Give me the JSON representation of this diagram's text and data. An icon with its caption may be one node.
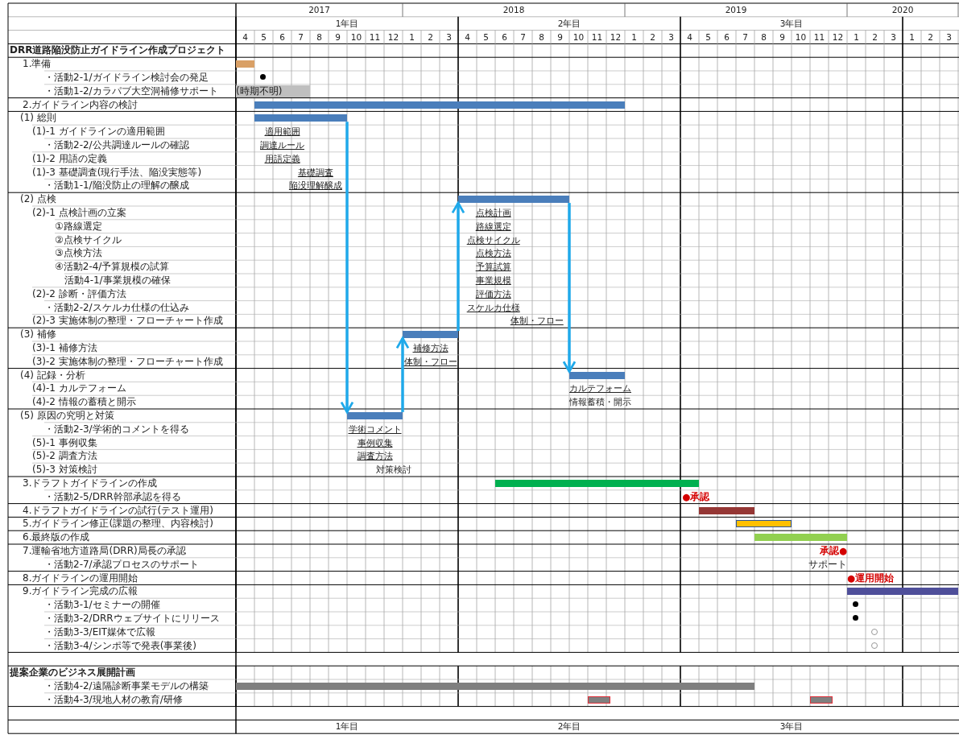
{
  "diagram": {
    "nodes": [
      {
        "text": [
          "(時期不明)"
        ]
      },
      {
        "text": [],
        "shape": "bar"
      },
      {
        "text": [],
        "shape": "bar"
      },
      {
        "text": [],
        "shape": "bar"
      },
      {
        "text": [],
        "shape": "bar"
      },
      {
        "text": [],
        "shape": "bar"
      }
    ],
    "edges": [
      {
        "from": 1,
        "to": 5,
        "arrow": "to"
      },
      {
        "from": 5,
        "to": 3,
        "arrow": "to"
      },
      {
        "from": 3,
        "to": 2,
        "arrow": "to"
      },
      {
        "from": 2,
        "to": 4,
        "arrow": "to"
      }
    ],
    "labels": [
      "2017",
      "2018",
      "2019",
      "2020",
      "1年目",
      "2年目",
      "3年目",
      "4",
      "5",
      "6",
      "7",
      "8",
      "9",
      "10",
      "11",
      "12",
      "1",
      "2",
      "3",
      "4",
      "5",
      "6",
      "7",
      "8",
      "9",
      "10",
      "11",
      "12",
      "1",
      "2",
      "3",
      "4",
      "5",
      "6",
      "7",
      "8",
      "9",
      "10",
      "11",
      "12",
      "1",
      "2",
      "3",
      "1",
      "2",
      "3",
      "DRR道路陥没防止ガイドライン作成プロジェクト",
      "1.準備",
      "・活動2-1/ガイドライン検討会の発足",
      "・活動1-2/カラパブ大空洞補修サポート",
      "2.ガイドライン内容の検討",
      "(1) 総則",
      "(1)-1 ガイドラインの適用範囲",
      "適用範囲",
      "・活動2-2/公共調達ルールの確認",
      "調達ルール",
      "(1)-2 用語の定義",
      "用語定義",
      "(1)-3 基礎調査(現行手法、陥没実態等)",
      "基礎調査",
      "・活動1-1/陥没防止の理解の醸成",
      "陥没理解醸成",
      "(2) 点検",
      "(2)-1 点検計画の立案",
      "点検計画",
      "①路線選定",
      "路線選定",
      "②点検サイクル",
      "点検サイクル",
      "③点検方法",
      "点検方法",
      "④活動2-4/予算規模の試算",
      "予算試算",
      "活動4-1/事業規模の確保",
      "事業規模",
      "(2)-2 診断・評価方法",
      "評価方法",
      "・活動2-2/スケルカ仕様の仕込み",
      "スケルカ仕様",
      "(2)-3 実施体制の整理・フローチャート作成",
      "体制・フロー",
      "(3) 補修",
      "(3)-1 補修方法",
      "補修方法",
      "(3)-2 実施体制の整理・フローチャート作成",
      "体制・フロー",
      "(4) 記録・分析",
      "(4)-1 カルテフォーム",
      "カルテフォーム",
      "(4)-2 情報の蓄積と開示",
      "情報蓄積・開示",
      "(5) 原因の究明と対策",
      "・活動2-3/学術的コメントを得る",
      "学術コメント",
      "(5)-1 事例収集",
      "事例収集",
      "(5)-2 調査方法",
      "調査方法",
      "(5)-3 対策検討",
      "対策検討",
      "3.ドラフトガイドラインの作成",
      "・活動2-5/DRR幹部承認を得る",
      "●承認",
      "4.ドラフトガイドラインの試行(テスト運用)",
      "5.ガイドライン修正(課題の整理、内容検討)",
      "6.最終版の作成",
      "7.運輸省地方道路局(DRR)局長の承認",
      "承認●",
      "・活動2-7/承認プロセスのサポート",
      "サポート",
      "8.ガイドラインの運用開始",
      "●運用開始",
      "9.ガイドライン完成の広報",
      "・活動3-1/セミナーの開催",
      "・活動3-2/DRRウェブサイトにリリース",
      "・活動3-3/EIT媒体で広報",
      "・活動3-4/シンポ等で発表(事業後)",
      "提案企業のビジネス展開計画",
      "・活動4-2/遠隔診断事業モデルの構築",
      "・活動4-3/現地人材の教育/研修",
      "1年目",
      "2年目",
      "3年目"
    ]
  }
}
